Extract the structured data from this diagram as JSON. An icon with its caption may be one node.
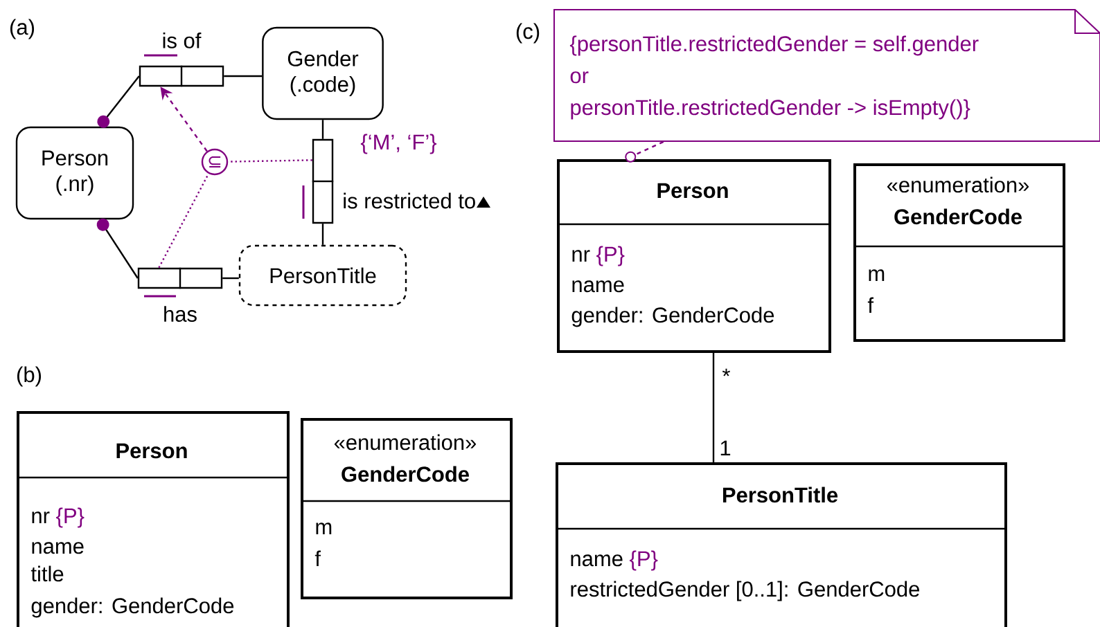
{
  "diagram": {
    "nodes": [
      {
        "text": [
          "Person (.nr)"
        ]
      },
      {
        "text": [
          "Gender (.code)"
        ]
      },
      {
        "text": [
          "PersonTitle"
        ]
      },
      {
        "text": [
          "is of"
        ]
      },
      {
        "text": [
          "has"
        ]
      },
      {
        "text": [
          "is restricted to"
        ]
      },
      {
        "text": [
          "⊆"
        ]
      },
      {
        "text": [
          "Person",
          "nr",
          "{P}",
          "name",
          "title",
          "gender: GenderCode"
        ]
      },
      {
        "text": [
          "«enumeration»",
          "GenderCode",
          "m",
          "f"
        ]
      },
      {
        "text": [
          "{personTitle.restrictedGender = self.gender",
          "or",
          "personTitle.restrictedGender -> isEmpty()}"
        ]
      },
      {
        "text": [
          "Person",
          "nr",
          "{P}",
          "name",
          "gender: GenderCode"
        ]
      },
      {
        "text": [
          "«enumeration»",
          "GenderCode",
          "m",
          "f"
        ]
      },
      {
        "text": [
          "PersonTitle",
          "name",
          "{P}",
          "restrictedGender [0..1]: GenderCode"
        ]
      }
    ],
    "edges": [
      {
        "from": 0,
        "to": 3,
        "arrow": "other"
      },
      {
        "from": 0,
        "to": 4,
        "arrow": "other"
      },
      {
        "from": 3,
        "to": 1,
        "arrow": "none"
      },
      {
        "from": 4,
        "to": 2,
        "arrow": "none"
      },
      {
        "from": 5,
        "to": 1,
        "arrow": "none"
      },
      {
        "from": 5,
        "to": 2,
        "arrow": "none"
      },
      {
        "from": 6,
        "to": 3,
        "arrow": "to",
        "style": "dashed",
        "color": "#800080"
      },
      {
        "from": 4,
        "to": 6,
        "arrow": "none",
        "style": "dashed",
        "color": "#800080"
      },
      {
        "from": 5,
        "to": 6,
        "arrow": "none",
        "style": "dashed",
        "color": "#800080"
      },
      {
        "from": 9,
        "to": 10,
        "arrow": "other",
        "style": "dashed",
        "color": "#800080"
      },
      {
        "from": 10,
        "to": 12,
        "arrow": "none"
      }
    ],
    "labels": [
      "(a)",
      "{‘M’, ‘F’}",
      "(b)",
      "(c)",
      "*",
      "1"
    ]
  }
}
